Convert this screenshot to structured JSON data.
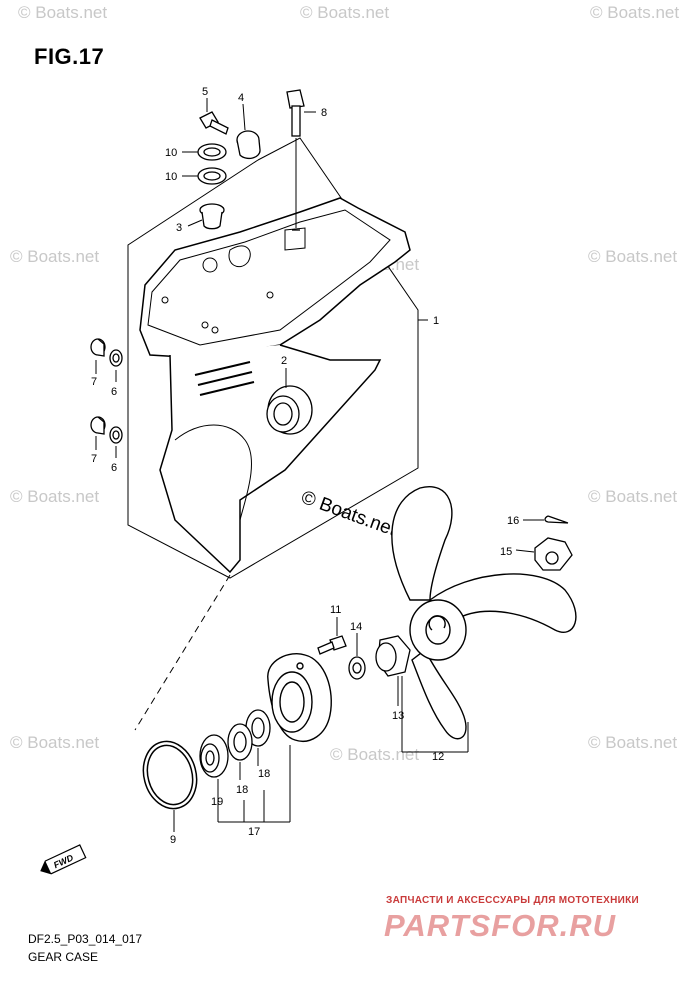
{
  "figure": {
    "title": "FIG.17",
    "code": "DF2.5_P03_014_017",
    "caption": "GEAR CASE"
  },
  "watermark": {
    "text": "© Boats.net",
    "center_text": "© Boats.net"
  },
  "callouts": {
    "c1": "1",
    "c2": "2",
    "c3": "3",
    "c4": "4",
    "c5": "5",
    "c6a": "6",
    "c6b": "6",
    "c7a": "7",
    "c7b": "7",
    "c8": "8",
    "c9": "9",
    "c10a": "10",
    "c10b": "10",
    "c11": "11",
    "c12": "12",
    "c13": "13",
    "c14": "14",
    "c15": "15",
    "c16": "16",
    "c17": "17",
    "c18a": "18",
    "c18b": "18",
    "c19": "19"
  },
  "fwd_badge": "FWD",
  "store": {
    "tagline": "ЗАПЧАСТИ И АКСЕССУАРЫ ДЛЯ МОТОТЕХНИКИ",
    "logo": "PARTSFOR.RU"
  }
}
